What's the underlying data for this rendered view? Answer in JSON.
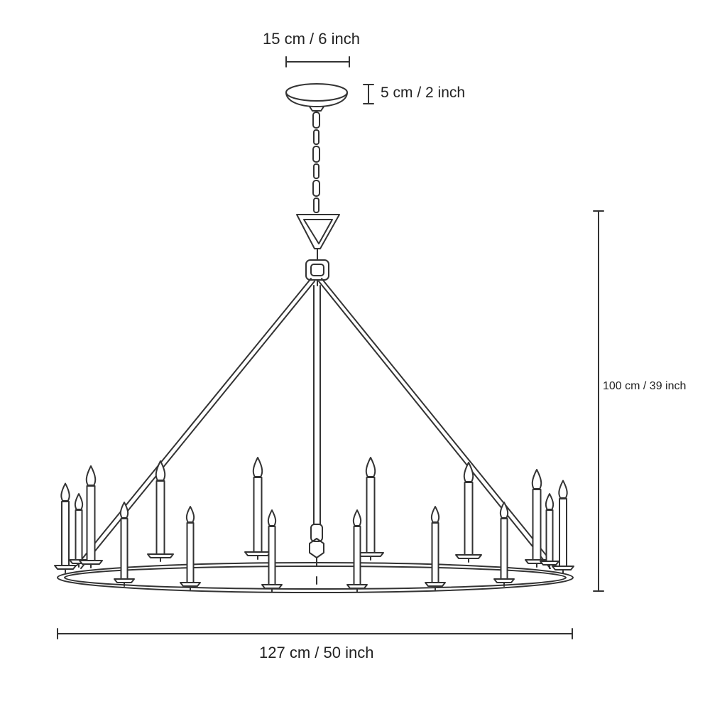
{
  "dimensions": {
    "canopy_width": "15 cm / 6 inch",
    "canopy_height": "5 cm / 2 inch",
    "total_height": "100 cm / 39 inch",
    "diameter": "127 cm / 50 inch"
  },
  "product": {
    "candle_count": 16,
    "line_color": "#333333",
    "background": "#ffffff"
  }
}
